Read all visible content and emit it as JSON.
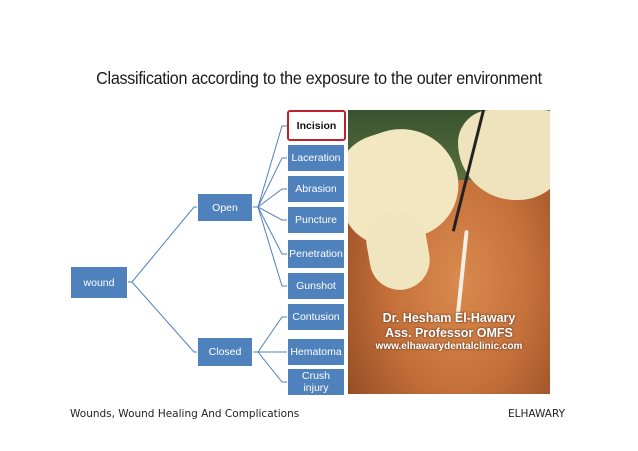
{
  "slide": {
    "title": "Classification according to the exposure to the outer environment",
    "footer_left": "Wounds, Wound Healing And Complications",
    "footer_right": "ELHAWARY"
  },
  "diagram": {
    "root": "wound",
    "branches": [
      {
        "label": "Open",
        "children": [
          "Incision",
          "Laceration",
          "Abrasion",
          "Puncture",
          "Penetration",
          "Gunshot"
        ],
        "highlighted_child": "Incision"
      },
      {
        "label": "Closed",
        "children": [
          "Contusion",
          "Hematoma",
          "Crush injury"
        ]
      }
    ],
    "colors": {
      "node_fill": "#4f81bd",
      "connector": "#4f81bd",
      "highlight_border": "#c0202a"
    }
  },
  "photo": {
    "watermark_line1": "Dr. Hesham El-Hawary",
    "watermark_line2": "Ass. Professor OMFS",
    "watermark_line3": "www.elhawarydentalclinic.com"
  }
}
